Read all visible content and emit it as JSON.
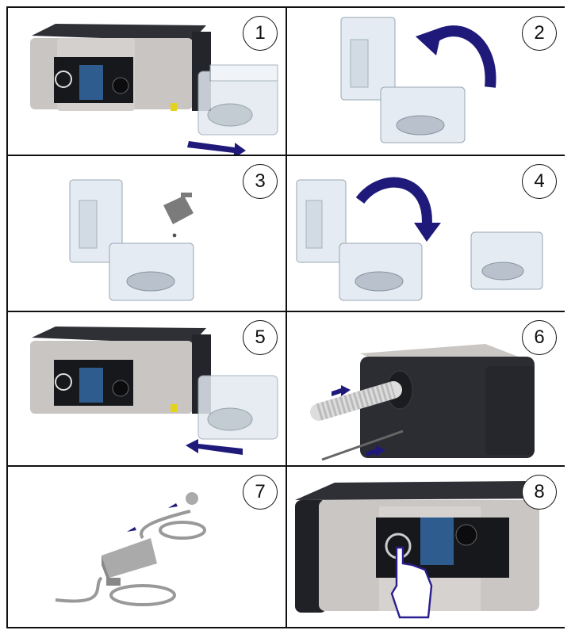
{
  "document": {
    "type": "instruction-illustration-grid",
    "colors": {
      "arrow": "#1f1a7a",
      "device_dark": "#2b2d33",
      "device_panel": "#c9c6c4",
      "tank": "#dfe7ee",
      "border": "#111111"
    }
  },
  "steps": [
    {
      "number": "1",
      "illustration": "slide-humidifier-tank-out-of-device",
      "arrow": "right"
    },
    {
      "number": "2",
      "illustration": "open-humidifier-tank-lid",
      "arrow": "curved-left"
    },
    {
      "number": "3",
      "illustration": "fill-tank-with-water",
      "arrow": "none"
    },
    {
      "number": "4",
      "illustration": "close-humidifier-tank-lid",
      "arrow": "curved-right"
    },
    {
      "number": "5",
      "illustration": "slide-humidifier-tank-into-device",
      "arrow": "left"
    },
    {
      "number": "6",
      "illustration": "connect-breathing-tube-and-power-cable",
      "arrow": "right"
    },
    {
      "number": "7",
      "illustration": "connect-power-supply-to-outlet",
      "arrow": "diagonal"
    },
    {
      "number": "8",
      "illustration": "press-power-button",
      "arrow": "none"
    }
  ]
}
